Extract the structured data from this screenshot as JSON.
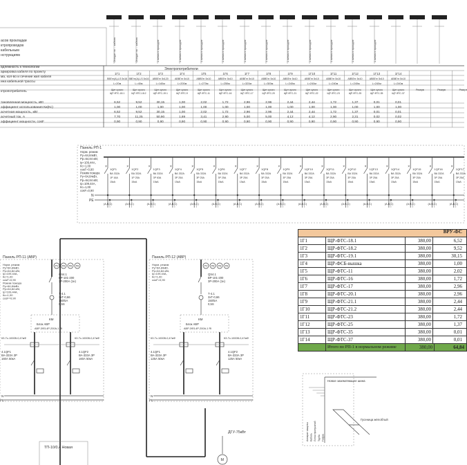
{
  "left_labels": [
    "асов прокладки",
    "ктропроводов",
    "кабельным",
    "нструкциям"
  ],
  "header_row_label": "Электропотребители",
  "row_labels": [
    "адлежность к технологии",
    "аркировка кабеля по проекту",
    "ма, кол-во и сечение жил кабеля",
    "ина кабельной трассы",
    "ктропотребитель",
    "тановленная мощность, кВт",
    "эффициент использования Ки(Кс)",
    "асчетная мощность, кВт",
    "асчетный ток, А",
    "эффициент мощности, cosF"
  ],
  "columns": [
    {
      "id": "1Г1",
      "cable": "ВВГнг(A)-LS 5х16",
      "len": "L=20м",
      "consumer": "Щит сухого ЩР-ФТС-18.1",
      "p": "6,52",
      "k": "1,00",
      "pr": "6,52",
      "i": "7,70",
      "cos": "0,90"
    },
    {
      "id": "1Г2",
      "cable": "ВВГнг(A)-LS 5х16",
      "len": "L=40м",
      "consumer": "Щит сухого ЩР-ФТС-18.2",
      "p": "9,52",
      "k": "1,00",
      "pr": "9,52",
      "i": "11,25",
      "cos": "0,90"
    },
    {
      "id": "1Г3",
      "cable": "АВВГнг 5х120",
      "len": "L=140м",
      "consumer": "Щит сухого ЩР-ФТС-19.1",
      "p": "30,15",
      "k": "1,00",
      "pr": "30,15",
      "i": "50,90",
      "cos": "0,90"
    },
    {
      "id": "1Г4",
      "cable": "АВВГнг 5х10",
      "len": "L=200м",
      "consumer": "Щит сухого ЩР-ФТС-9",
      "p": "1,00",
      "k": "1,00",
      "pr": "1,00",
      "i": "1,69",
      "cos": "0,90"
    },
    {
      "id": "1Г5",
      "cable": "АВВГнг 5х10",
      "len": "L=270м",
      "consumer": "Щит сухого ЩР-ФТС-11",
      "p": "2,02",
      "k": "1,00",
      "pr": "2,02",
      "i": "3,41",
      "cos": "0,90"
    },
    {
      "id": "1Г6",
      "cable": "АВВГнг 5х10",
      "len": "L=250м",
      "consumer": "Щит сухого ЩР-ФТС-16",
      "p": "1,72",
      "k": "1,00",
      "pr": "1,72",
      "i": "2,90",
      "cos": "0,90"
    },
    {
      "id": "1Г7",
      "cable": "АВВГнг 5х10",
      "len": "L=320м",
      "consumer": "Щит сухого ЩР-ФТС-17",
      "p": "2,96",
      "k": "1,00",
      "pr": "2,96",
      "i": "5,00",
      "cos": "0,90"
    },
    {
      "id": "1Г8",
      "cable": "АВВГнг 5х10",
      "len": "L=300м",
      "consumer": "Щит сухого ЩР-ФТС-20",
      "p": "2,96",
      "k": "1,00",
      "pr": "2,96",
      "i": "5,00",
      "cos": "0,90"
    },
    {
      "id": "1Г9",
      "cable": "АВВГнг 5х10",
      "len": "L=240м",
      "consumer": "Щит сухого ЩР-ФТС-21",
      "p": "2,44",
      "k": "1,00",
      "pr": "2,44",
      "i": "4,12",
      "cos": "0,90"
    },
    {
      "id": "1Г10",
      "cable": "АВВГнг 5х10",
      "len": "L=240м",
      "consumer": "Щит сухого ЩР-ФТС-22",
      "p": "2,44",
      "k": "1,00",
      "pr": "2,44",
      "i": "4,12",
      "cos": "0,90"
    },
    {
      "id": "1Г11",
      "cable": "АВВГнг 5х10",
      "len": "L=240м",
      "consumer": "Щит сухого ЩР-ФТС-23",
      "p": "1,72",
      "k": "1,00",
      "pr": "1,72",
      "i": "2,90",
      "cos": "0,90"
    },
    {
      "id": "1Г12",
      "cable": "АВВГнг 5х10",
      "len": "L=240м",
      "consumer": "Щит сухого ЩР-ФТС-25",
      "p": "1,37",
      "k": "1,00",
      "pr": "1,37",
      "i": "2,31",
      "cos": "0,90"
    },
    {
      "id": "1Г13",
      "cable": "АВВГнг 5х10",
      "len": "L=240м",
      "consumer": "Щит сухого ЩР-ФТС-35",
      "p": "0,01",
      "k": "1,00",
      "pr": "0,01",
      "i": "0,02",
      "cos": "0,90"
    },
    {
      "id": "1Г14",
      "cable": "АВВГнг 5х10",
      "len": "L=240м",
      "consumer": "Щит сухого ЩР-ФТС-37",
      "p": "0,01",
      "k": "1,00",
      "pr": "0,01",
      "i": "0,02",
      "cos": "0,90"
    },
    {
      "id": "",
      "cable": "",
      "len": "",
      "consumer": "Резерв",
      "p": "",
      "k": "",
      "pr": "",
      "i": "",
      "cos": ""
    },
    {
      "id": "",
      "cable": "",
      "len": "",
      "consumer": "Резерв",
      "p": "",
      "k": "",
      "pr": "",
      "i": "",
      "cos": ""
    },
    {
      "id": "",
      "cable": "",
      "len": "",
      "consumer": "Резерв",
      "p": "",
      "k": "",
      "pr": "",
      "i": "",
      "cos": ""
    }
  ],
  "top_vertical_labels": [
    "Отходит по ... кабелю",
    "Отходит по ... кабелю",
    "1 линия в проходне",
    "1 линия в проходне",
    "1 линия в проходне",
    "1 линия в проходне",
    "1 линия в проходне",
    "1 линия в проходне",
    "1 линия в проходне",
    "1 линия в проходне",
    "1 линия в проходне",
    "1 линия в проходне",
    "1 линия в проходне"
  ],
  "panel_rp1": {
    "title": "Панель РП-1",
    "params": [
      "Норм. режим",
      "Py=64,84кВт,",
      "Pp=64,84 кВт,",
      "Ip=109,44А,",
      "Кс=1,00",
      "cosF=0,90",
      "Режим пожара",
      "Py=64,84кВт,",
      "Pp=64,84 кВт,",
      "Ip=109,44А,",
      "Кс=1,00",
      "cosF=0,90"
    ],
    "breaker_labels": [
      "1QF1",
      "1QF2",
      "1QF3",
      "1QF4",
      "1QF5",
      "1QF6",
      "1QF7",
      "1QF8",
      "1QF9",
      "1QF10",
      "1QF11",
      "1QF12",
      "1QF13",
      "1QF14",
      "1QF15",
      "1QF16",
      "1QF17"
    ],
    "breaker_type": "ВА 332А",
    "ratings": [
      "1P 16А",
      "1P 25А",
      "3P 63А",
      "3P 25А",
      "3P 25А",
      "3P 25А",
      "3P 25А",
      "3P 25А",
      "3P 25А",
      "3P 25А",
      "3P 25А",
      "3P 25А",
      "3P 25А",
      "3P 25А",
      "3P 25А",
      "3P 25А",
      "3P 25А"
    ],
    "curves": [
      "15кА",
      "15кА",
      "15кА",
      "15кА",
      "15кА",
      "15кА",
      "15кА",
      "15кА",
      "15кА",
      "15кА",
      "15кА",
      "15кА",
      "15кА",
      "15кА",
      "15кА",
      "15кА",
      "15кА"
    ],
    "phase_tags": [
      "(А,В,С)",
      "(А,В,С)",
      "(А,В,С)",
      "(А,В,С)",
      "(А,В,С)",
      "(А,В,С)",
      "(А,В,С)",
      "(А,В,С)",
      "(А,В,С)",
      "(А,В,С)",
      "(А,В,С)",
      "(А,В,С)",
      "(А,В,С)",
      "(А,В,С)",
      "(А,В,С)",
      "(А,В,С)",
      "(А,В,С)"
    ],
    "n_label": "N",
    "pe_label": "PE"
  },
  "summary_table": {
    "header": "ВРУ-ФС",
    "rows": [
      {
        "id": "1Г1",
        "name": "ЩР-ФТС-18.1",
        "u": "380,00",
        "p": "6,52"
      },
      {
        "id": "1Г2",
        "name": "ЩР-ФТС-18.2",
        "u": "380,00",
        "p": "9,52"
      },
      {
        "id": "1Г3",
        "name": "ЩР-ФТС-19.1",
        "u": "380,00",
        "p": "30,15"
      },
      {
        "id": "1Г4",
        "name": "ЩР-ФСБ-вышка",
        "u": "380,00",
        "p": "1,00"
      },
      {
        "id": "1Г5",
        "name": "ЩР-ФТС-11",
        "u": "380,00",
        "p": "2,02"
      },
      {
        "id": "1Г6",
        "name": "ЩР-ФТС-16",
        "u": "380,00",
        "p": "1,72"
      },
      {
        "id": "1Г7",
        "name": "ЩР-ФТС-17",
        "u": "380,00",
        "p": "2,96"
      },
      {
        "id": "1Г8",
        "name": "ЩР-ФТС-20.1",
        "u": "380,00",
        "p": "2,96"
      },
      {
        "id": "1Г9",
        "name": "ЩР-ФТС-21.1",
        "u": "380,00",
        "p": "2,44"
      },
      {
        "id": "1Г10",
        "name": "ЩР-ФТС-21.2",
        "u": "380,00",
        "p": "2,44"
      },
      {
        "id": "1Г11",
        "name": "ЩР-ФТС-23",
        "u": "380,00",
        "p": "1,72"
      },
      {
        "id": "1Г12",
        "name": "ЩР-ФТС-25",
        "u": "380,00",
        "p": "1,37"
      },
      {
        "id": "1Г13",
        "name": "ЩР-ФТС-35",
        "u": "380,00",
        "p": "0,01"
      },
      {
        "id": "1Г14",
        "name": "ЩР-ФТС-37",
        "u": "380,00",
        "p": "0,01"
      }
    ],
    "total_label": "Итого по РП-1 в нормальном режиме",
    "total_u": "380,00",
    "total_p": "64,84",
    "header_color": "#f3c89c",
    "total_color": "#6fa84a"
  },
  "panel_rp11": {
    "title": "Панель РП-11 (АВР)",
    "gauges": [
      "PV",
      "PA",
      "PA",
      "PA"
    ],
    "params": [
      "Норм. режим",
      "Py=64,84кВт,",
      "Pp=64,84 кВт,",
      "Ip=109,44А,",
      "Кс=1,00",
      "cosF=0,90",
      "Режим пожара",
      "Py=64,84кВт,",
      "Pp=64,84 кВт,",
      "Ip=109,44А,",
      "Кс=1,00",
      "cosF=0,90"
    ],
    "switch": [
      "QS4.1",
      "ВР-101-200",
      "3P-200А (1н)"
    ],
    "ct": [
      "Т-4.1",
      "3хТ-0,66",
      "150/5А",
      "0,5S"
    ],
    "avr_block": [
      "Блок АВР",
      "АВР-3Ф3-4Р-200А-1 RI"
    ],
    "km_label": "КМ",
    "contactor_left": "КЗ-Тс-1000В-0,47мФ",
    "contactor_right": "КЗ-Тс-1000В-0,47мФ",
    "qf_left": [
      "4.1QF1",
      "ВА-333А 3Р",
      "160А 50кА"
    ],
    "qf_right": [
      "4.1QF2",
      "ВА-333А 3Р",
      "160А 50кА"
    ],
    "n_label": "N",
    "pe_label": "PE"
  },
  "panel_rp12": {
    "title": "Панель РП-12 (АВР)",
    "gauges": [
      "PV",
      "PA",
      "PA",
      "PA"
    ],
    "params": [
      "Норм. режим",
      "Py=64,84кВт,",
      "Pp=64,84 кВт,",
      "Ip=109,44А,",
      "Кс=1,00",
      "cosF=0,90"
    ],
    "switch": [
      "QS4.1",
      "ВР-101-200",
      "3P-200А (1н)"
    ],
    "ct": [
      "Т-4.1",
      "3хТ-0,66",
      "150/5А",
      "0,5S"
    ],
    "avr_block": [
      "Блок АВР",
      "АВР-3Ф3-4Р-200А-1 RI"
    ],
    "km_label": "КМ",
    "contactor_left": "КЗ-Тс-1000В-0,47мФ",
    "contactor_right": "КЗ-Тс-1000В-0,47мФ",
    "qf_left": [
      "4.1QF1",
      "ВА-333А 3Р",
      "125А 50кА"
    ],
    "qf_right": [
      "4.1QF2",
      "ВА-333А 3Р",
      "125А 50кА"
    ],
    "n_label": "N",
    "pe_label": "PE"
  },
  "source_label": "ТП-10/0,4 Новая",
  "dgu_label": "ДГУ-75кВт",
  "legend": {
    "title": "Новое заземляющее шина",
    "items": [
      "Аппарат защиты",
      "Кабель",
      "Лоток пропускной",
      "Труба",
      "Гофра"
    ],
    "bottom": "Гусеница жёлобтый"
  }
}
